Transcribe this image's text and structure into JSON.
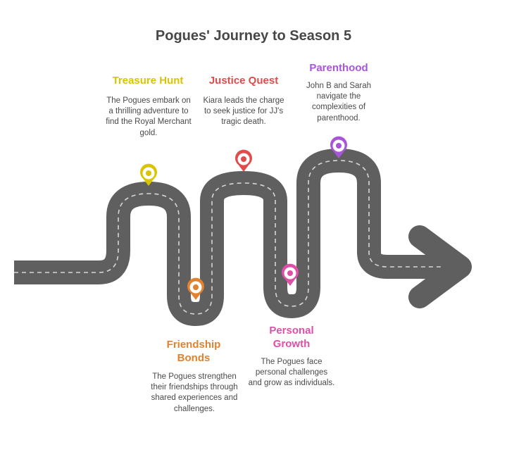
{
  "title": "Pogues' Journey to Season 5",
  "milestones": [
    {
      "name": "treasure-hunt",
      "title": "Treasure Hunt",
      "description": "The Pogues embark on a thrilling adventure to find the Royal Merchant gold.",
      "color": "#D9C400"
    },
    {
      "name": "friendship-bonds",
      "title": "Friendship Bonds",
      "description": "The Pogues strengthen their friendships through shared experiences and challenges.",
      "color": "#E0822E"
    },
    {
      "name": "justice-quest",
      "title": "Justice Quest",
      "description": "Kiara leads the charge to seek justice for JJ's tragic death.",
      "color": "#E04B4B"
    },
    {
      "name": "personal-growth",
      "title": "Personal Growth",
      "description": "The Pogues face personal challenges and grow as individuals.",
      "color": "#DE4FA8"
    },
    {
      "name": "parenthood",
      "title": "Parenthood",
      "description": "John B and Sarah navigate the complexities of parenthood.",
      "color": "#A855D9"
    }
  ],
  "road_color": "#5F5F5F"
}
